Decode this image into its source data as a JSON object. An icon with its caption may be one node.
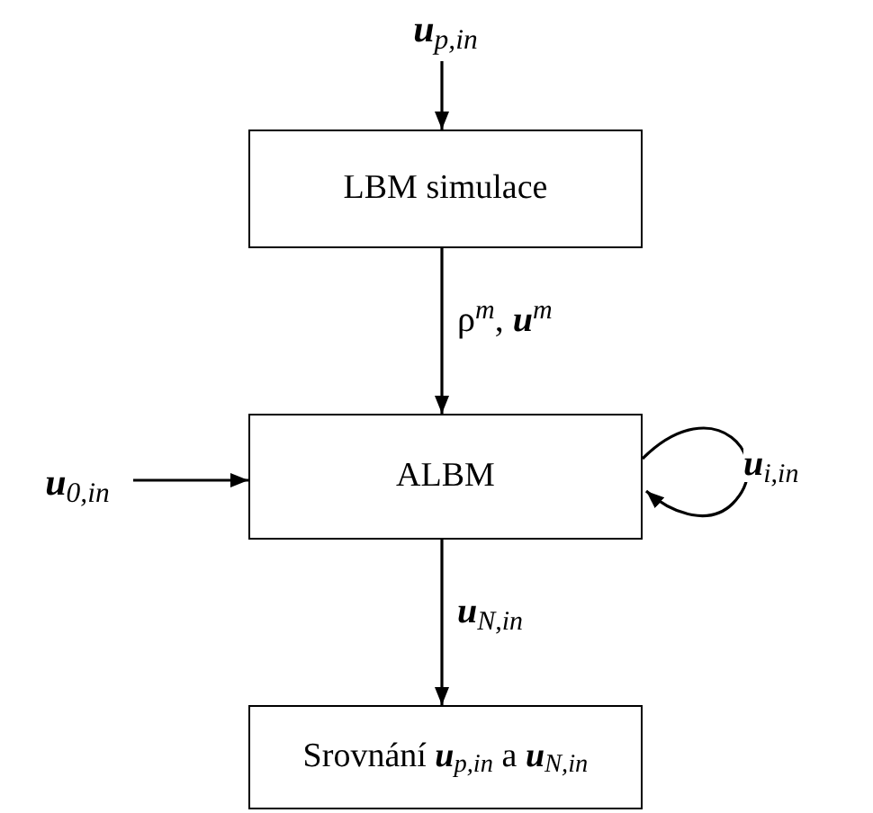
{
  "diagram": {
    "nodes": [
      {
        "text": [
          "**u**$_{p,in}$"
        ]
      },
      {
        "text": [
          "LBM simulace"
        ]
      },
      {
        "text": [
          "ALBM"
        ]
      },
      {
        "text": [
          "Srovnání **u**$_{p,in}$ a **u**$_{N,in}$"
        ]
      },
      {
        "text": [
          "**u**$_{0,in}$"
        ]
      }
    ],
    "edges": [
      {
        "from": 0,
        "to": 1,
        "arrow": "to"
      },
      {
        "from": 1,
        "to": 2,
        "arrow": "to",
        "label": "ρ$^{m}$, **u**$^{m}$"
      },
      {
        "from": 4,
        "to": 2,
        "arrow": "to"
      },
      {
        "from": 2,
        "to": 3,
        "arrow": "to",
        "label": "**u**$_{N,in}$"
      },
      {
        "from": 2,
        "to": 2,
        "arrow": "to",
        "label": "**u**$_{i,in}$"
      }
    ]
  }
}
